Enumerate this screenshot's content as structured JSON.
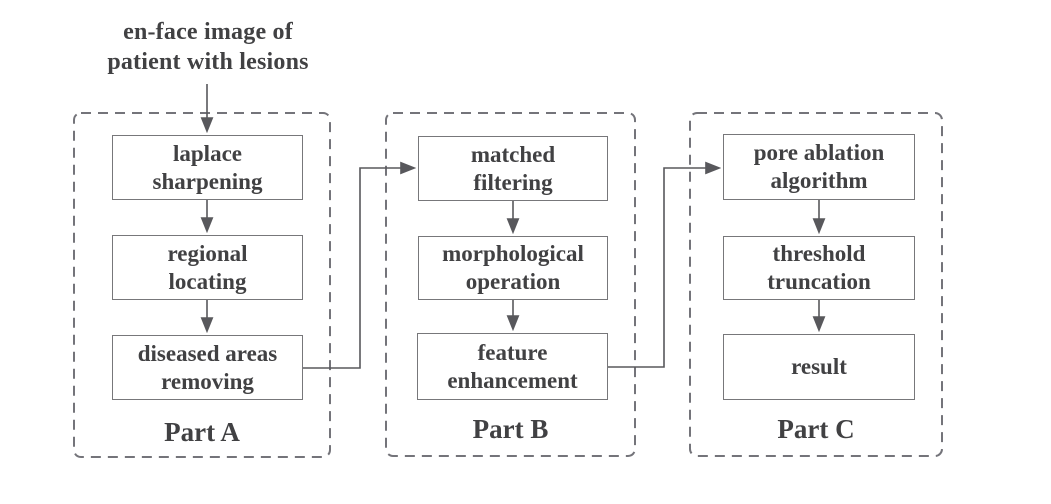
{
  "flow": {
    "input": {
      "lines": [
        "en-face image of",
        "patient with lesions"
      ]
    },
    "parts": [
      {
        "label": "Part A",
        "steps": [
          {
            "lines": [
              "laplace",
              "sharpening"
            ]
          },
          {
            "lines": [
              "regional",
              "locating"
            ]
          },
          {
            "lines": [
              "diseased areas",
              "removing"
            ]
          }
        ]
      },
      {
        "label": "Part B",
        "steps": [
          {
            "lines": [
              "matched",
              "filtering"
            ]
          },
          {
            "lines": [
              "morphological",
              "operation"
            ]
          },
          {
            "lines": [
              "feature",
              "enhancement"
            ]
          }
        ]
      },
      {
        "label": "Part C",
        "steps": [
          {
            "lines": [
              "pore ablation",
              "algorithm"
            ]
          },
          {
            "lines": [
              "threshold",
              "truncation"
            ]
          },
          {
            "lines": [
              "result"
            ]
          }
        ]
      }
    ],
    "colors": {
      "text": "#414143",
      "box_border": "#77777a",
      "dashed_border": "#74747a",
      "arrow": "#58585c",
      "background": "#ffffff"
    }
  }
}
